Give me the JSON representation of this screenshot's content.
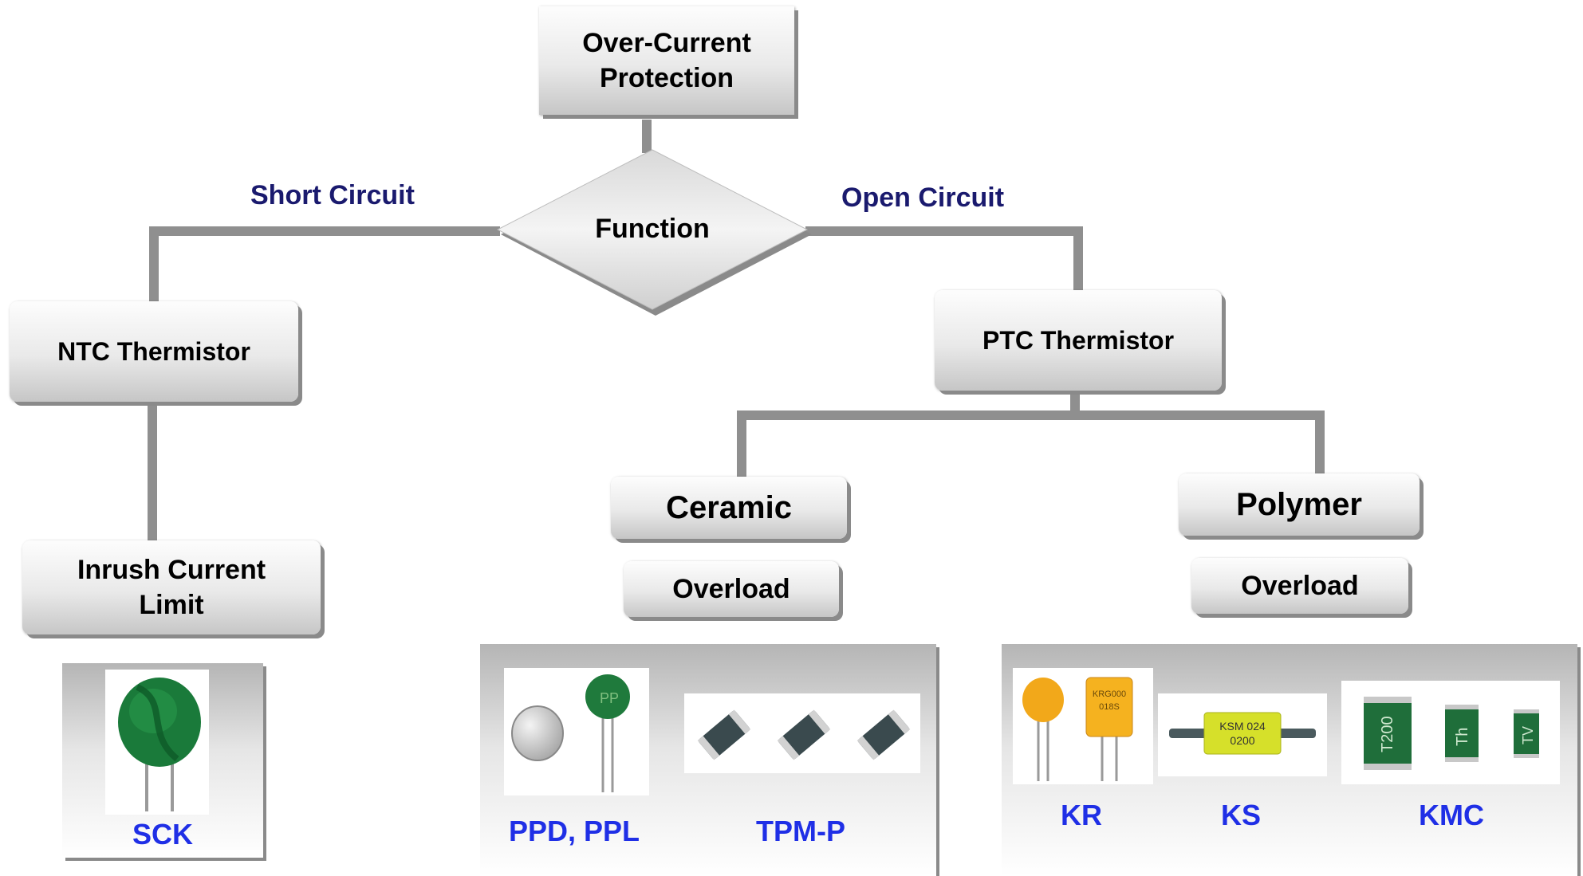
{
  "diagram": {
    "root": "Over-Current Protection",
    "decision": "Function",
    "branches": {
      "left": "Short Circuit",
      "right": "Open Circuit"
    },
    "ntc": {
      "label": "NTC Thermistor",
      "application": "Inrush Current Limit",
      "products": [
        "SCK"
      ]
    },
    "ptc": {
      "label": "PTC Thermistor",
      "ceramic": {
        "label": "Ceramic",
        "application": "Overload",
        "products": [
          "PPD, PPL",
          "TPM-P"
        ]
      },
      "polymer": {
        "label": "Polymer",
        "application": "Overload",
        "products": [
          "KR",
          "KS",
          "KMC"
        ]
      }
    }
  },
  "component_markings": {
    "kr_yellow": "KRG000\n018S",
    "ks_body": "KSM 024\n0200",
    "kmc": [
      "T200",
      "Th",
      "TV"
    ],
    "pp_disc": "PP"
  },
  "colors": {
    "connector": "#8f8f8f",
    "branch_text": "#1a1a6e",
    "product_text": "#1f2fe6",
    "thermistor_green": "#1a7a3a"
  }
}
